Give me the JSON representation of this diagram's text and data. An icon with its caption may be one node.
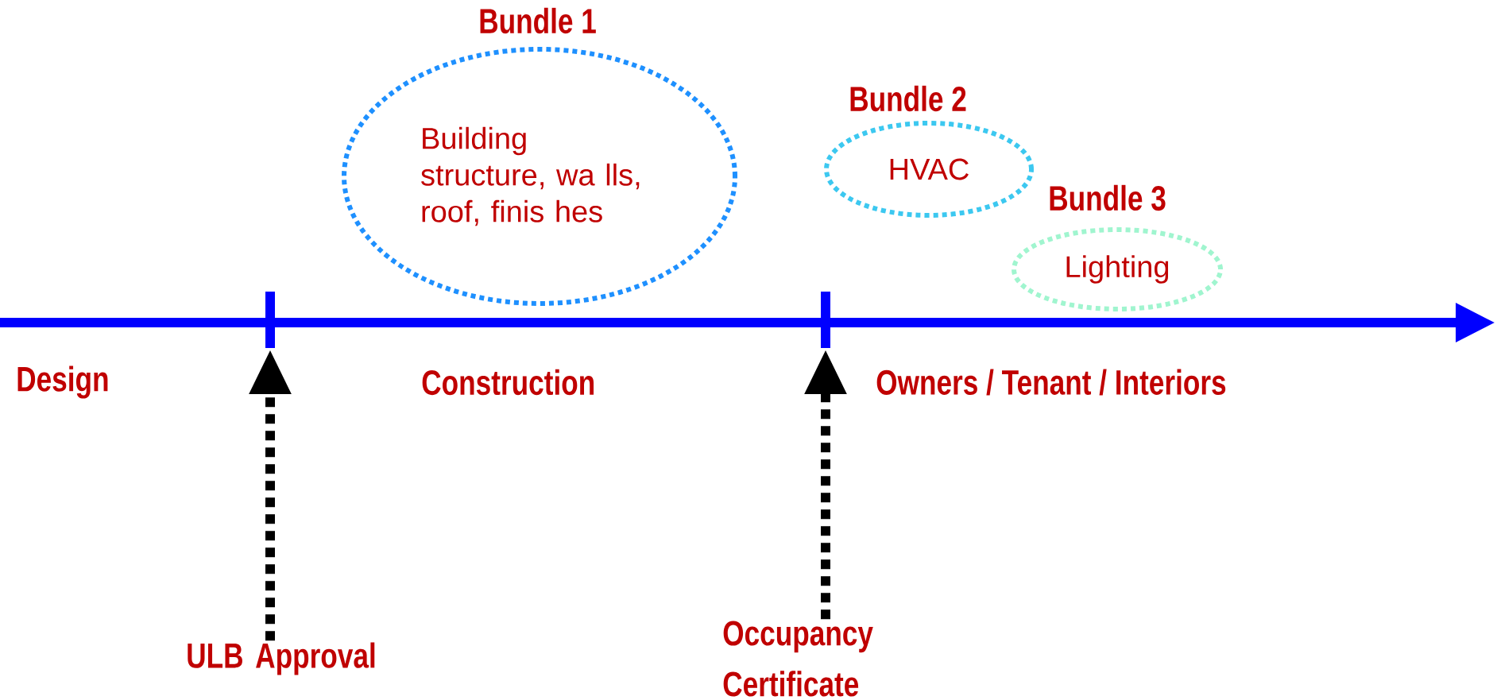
{
  "diagram": {
    "nodes": [
      {
        "text": [
          "Bundle 1",
          "Building structure, wa lls, roof, finis hes"
        ]
      },
      {
        "text": [
          "Bundle 2",
          "HVAC"
        ]
      },
      {
        "text": [
          "Bundle 3",
          "Lighting"
        ]
      },
      {
        "text": [
          "ULB Approval"
        ]
      },
      {
        "text": [
          "Occupancy Certificate"
        ]
      }
    ],
    "edges": [
      {
        "from": 3,
        "to": null,
        "arrow": "to",
        "style": "dashed"
      },
      {
        "from": 4,
        "to": null,
        "arrow": "to",
        "style": "dashed"
      }
    ],
    "labels": [
      "Design",
      "Construction",
      "Owners / Tenant / Interiors"
    ]
  }
}
